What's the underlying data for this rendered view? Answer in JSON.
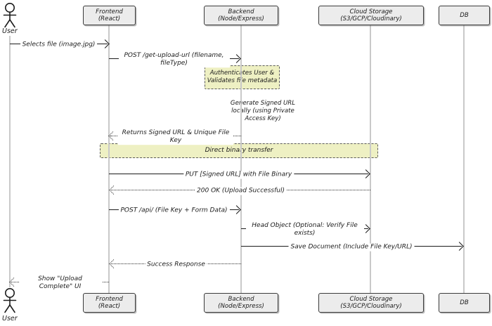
{
  "diagram": {
    "type": "sequence-diagram",
    "topic": "Direct-to-cloud file upload flow",
    "colors": {
      "background": "#ffffff",
      "actor_box_fill": "#ececec",
      "actor_box_border": "#3a3a3a",
      "lifeline": "#c9c9c9",
      "message_line": "#1b1b1b",
      "note_fill": "#eef0c3",
      "note_border": "#5a5a5a"
    },
    "actors": [
      {
        "label": "User",
        "kind": "person"
      },
      {
        "label": "Frontend (React)",
        "kind": "box"
      },
      {
        "label": "Backend (Node/Express)",
        "kind": "box"
      },
      {
        "label": "Cloud Storage (S3/GCP/Cloudinary)",
        "kind": "box"
      },
      {
        "label": "DB",
        "kind": "box"
      }
    ],
    "messages": [
      {
        "label": "Selects file (image.jpg)",
        "from": "User",
        "to": "Frontend (React)",
        "style": "solid"
      },
      {
        "label": "POST /get-upload-url (filename, fileType)",
        "from": "Frontend (React)",
        "to": "Backend (Node/Express)",
        "style": "solid"
      },
      {
        "label": "Returns Signed URL & Unique File Key",
        "from": "Backend (Node/Express)",
        "to": "Frontend (React)",
        "style": "dotted"
      },
      {
        "label": "PUT [Signed URL] with File Binary",
        "from": "Frontend (React)",
        "to": "Cloud Storage (S3/GCP/Cloudinary)",
        "style": "solid"
      },
      {
        "label": "200 OK (Upload Successful)",
        "from": "Cloud Storage (S3/GCP/Cloudinary)",
        "to": "Frontend (React)",
        "style": "dotted"
      },
      {
        "label": "POST /api/ (File Key + Form Data)",
        "from": "Frontend (React)",
        "to": "Backend (Node/Express)",
        "style": "solid"
      },
      {
        "label": "Head Object (Optional: Verify File exists)",
        "from": "Backend (Node/Express)",
        "to": "Cloud Storage (S3/GCP/Cloudinary)",
        "style": "solid"
      },
      {
        "label": "Save Document (Include File Key/URL)",
        "from": "Backend (Node/Express)",
        "to": "DB",
        "style": "solid"
      },
      {
        "label": "Success Response",
        "from": "Backend (Node/Express)",
        "to": "Frontend (React)",
        "style": "dotted"
      },
      {
        "label": "Show \"Upload Complete\" UI",
        "from": "Frontend (React)",
        "to": "User",
        "style": "dotted"
      }
    ],
    "notes": [
      {
        "label": "Authenticates User & Validates file metadata",
        "kind": "note",
        "anchor": "Backend (Node/Express)"
      },
      {
        "label": "Generate Signed URL locally (using Private Access Key)",
        "kind": "text",
        "anchor": "Backend (Node/Express)"
      },
      {
        "label": "Direct binary transfer",
        "kind": "band",
        "anchor": "Frontend (React) to Cloud Storage"
      }
    ]
  }
}
